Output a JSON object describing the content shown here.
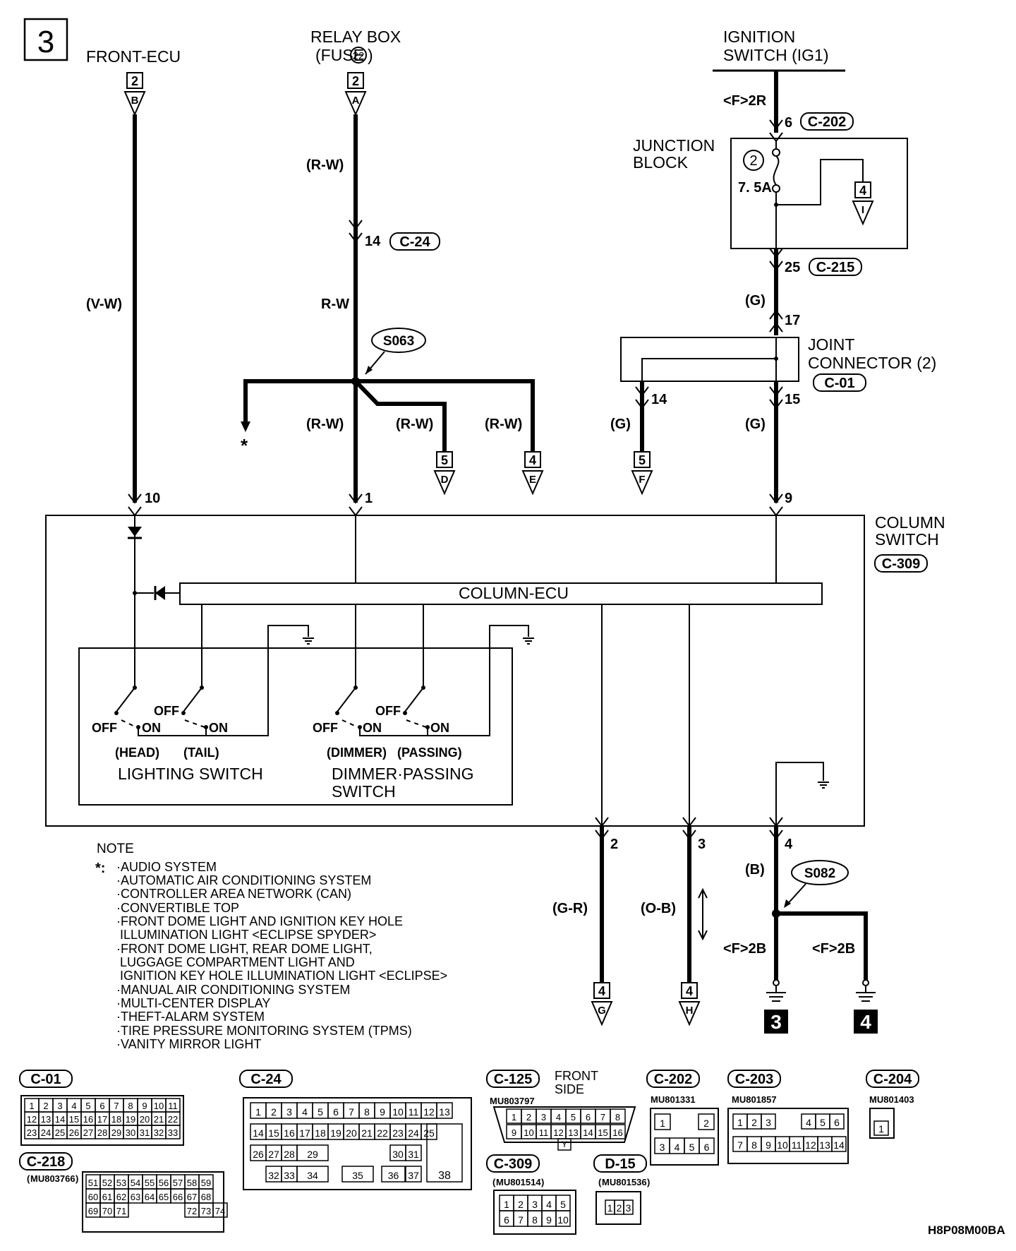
{
  "page": {
    "section_number": "3",
    "diagram_code": "H8P08M00BA"
  },
  "sources": {
    "front_ecu": "FRONT-ECU",
    "relay_box_line1": "RELAY BOX",
    "relay_box_line2": "(FUSE",
    "relay_box_fuse": "22",
    "relay_box_close": ")",
    "ignition_line1": "IGNITION",
    "ignition_line2": "SWITCH (IG1)"
  },
  "terminals": {
    "front_ecu_num": "2",
    "front_ecu_letter": "B",
    "relay_num": "2",
    "relay_letter": "A",
    "junction_num": "4",
    "junction_letter": "I",
    "d_num": "5",
    "d_letter": "D",
    "e_num": "4",
    "e_letter": "E",
    "f_num": "5",
    "f_letter": "F",
    "g_num": "4",
    "g_letter": "G",
    "h_num": "4",
    "h_letter": "H",
    "ground3": "3",
    "ground4": "4"
  },
  "labels": {
    "f2r": "<F>2R",
    "pin6": "6",
    "c202": "C-202",
    "junction_block_l1": "JUNCTION",
    "junction_block_l2": "BLOCK",
    "fuse_no": "2",
    "fuse_amp": "7. 5A",
    "pin25": "25",
    "c215": "C-215",
    "g1": "(G)",
    "pin17": "17",
    "joint_l1": "JOINT",
    "joint_l2": "CONNECTOR (2)",
    "c01": "C-01",
    "pin14b": "14",
    "pin15": "15",
    "g2": "(G)",
    "g3": "(G)",
    "rw1": "(R-W)",
    "pin14": "14",
    "c24": "C-24",
    "rw2": "R-W",
    "s063": "S063",
    "rw3": "(R-W)",
    "rw4": "(R-W)",
    "rw5": "(R-W)",
    "vw": "(V-W)",
    "asterisk": "*",
    "pin10": "10",
    "pin1": "1",
    "pin9": "9",
    "column_l1": "COLUMN",
    "column_l2": "SWITCH",
    "c309": "C-309",
    "column_ecu": "COLUMN-ECU",
    "off1": "OFF",
    "on1": "ON",
    "off2": "OFF",
    "on2": "ON",
    "off3": "OFF",
    "on3": "ON",
    "off4": "OFF",
    "on4": "ON",
    "head": "(HEAD)",
    "tail": "(TAIL)",
    "dimmer": "(DIMMER)",
    "passing": "(PASSING)",
    "lighting_switch": "LIGHTING SWITCH",
    "dimmer_l1": "DIMMER·PASSING",
    "dimmer_l2": "SWITCH",
    "pin2": "2",
    "pin3": "3",
    "pin4": "4",
    "b": "(B)",
    "s082": "S082",
    "gr": "(G-R)",
    "ob": "(O-B)",
    "f2b1": "<F>2B",
    "f2b2": "<F>2B"
  },
  "note": {
    "title": "NOTE",
    "marker": "*:",
    "items": [
      "·AUDIO SYSTEM",
      "·AUTOMATIC AIR CONDITIONING SYSTEM",
      "·CONTROLLER AREA NETWORK (CAN)",
      "·CONVERTIBLE TOP",
      "·FRONT DOME LIGHT AND IGNITION KEY HOLE",
      " ILLUMINATION LIGHT <ECLIPSE SPYDER>",
      "·FRONT DOME LIGHT, REAR DOME LIGHT,",
      " LUGGAGE COMPARTMENT LIGHT AND",
      " IGNITION KEY HOLE ILLUMINATION LIGHT <ECLIPSE>",
      "·MANUAL AIR CONDITIONING SYSTEM",
      "·MULTI-CENTER DISPLAY",
      "·THEFT-ALARM SYSTEM",
      "·TIRE PRESSURE MONITORING SYSTEM (TPMS)",
      "·VANITY MIRROR LIGHT"
    ]
  },
  "connectors": {
    "c01": {
      "name": "C-01",
      "rows": [
        [
          "1",
          "2",
          "3",
          "4",
          "5",
          "6",
          "7",
          "8",
          "9",
          "10",
          "11"
        ],
        [
          "12",
          "13",
          "14",
          "15",
          "16",
          "17",
          "18",
          "19",
          "20",
          "21",
          "22"
        ],
        [
          "23",
          "24",
          "25",
          "26",
          "27",
          "28",
          "29",
          "30",
          "31",
          "32",
          "33"
        ]
      ]
    },
    "c24": {
      "name": "C-24",
      "rows": [
        [
          "1",
          "2",
          "3",
          "4",
          "5",
          "6",
          "7",
          "8",
          "9",
          "10",
          "11",
          "12",
          "13"
        ],
        [
          "14",
          "15",
          "16",
          "17",
          "18",
          "19",
          "20",
          "21",
          "22",
          "23",
          "24",
          "25"
        ],
        [
          "26",
          "27",
          "28",
          "29",
          "30",
          "31"
        ],
        [
          "32",
          "33",
          "34",
          "35",
          "36",
          "37"
        ]
      ],
      "big": "38"
    },
    "c125": {
      "name": "C-125",
      "part": "MU803797",
      "side_l1": "FRONT",
      "side_l2": "SIDE",
      "rows": [
        [
          "1",
          "2",
          "3",
          "4",
          "5",
          "6",
          "7",
          "8"
        ],
        [
          "9",
          "10",
          "11",
          "12",
          "13",
          "14",
          "15",
          "16"
        ]
      ],
      "key": "Y"
    },
    "c202": {
      "name": "C-202",
      "part": "MU801331",
      "rows": [
        [
          "1",
          "2"
        ],
        [
          "3",
          "4",
          "5",
          "6"
        ]
      ]
    },
    "c203": {
      "name": "C-203",
      "part": "MU801857",
      "rows": [
        [
          "1",
          "2",
          "3",
          "4",
          "5",
          "6"
        ],
        [
          "7",
          "8",
          "9",
          "10",
          "11",
          "12",
          "13",
          "14"
        ]
      ]
    },
    "c204": {
      "name": "C-204",
      "part": "MU801403",
      "rows": [
        [
          "1"
        ]
      ]
    },
    "c218": {
      "name": "C-218",
      "part": "MU803766",
      "rows": [
        [
          "51",
          "52",
          "53",
          "54",
          "55",
          "56",
          "57",
          "58",
          "59"
        ],
        [
          "60",
          "61",
          "62",
          "63",
          "64",
          "65",
          "66",
          "67",
          "68"
        ],
        [
          "69",
          "70",
          "71",
          "72",
          "73",
          "74"
        ]
      ]
    },
    "c309": {
      "name": "C-309",
      "part": "MU801514",
      "rows": [
        [
          "1",
          "2",
          "3",
          "4",
          "5"
        ],
        [
          "6",
          "7",
          "8",
          "9",
          "10"
        ]
      ]
    },
    "d15": {
      "name": "D-15",
      "part": "MU801536",
      "rows": [
        [
          "1",
          "2",
          "3"
        ]
      ]
    }
  }
}
